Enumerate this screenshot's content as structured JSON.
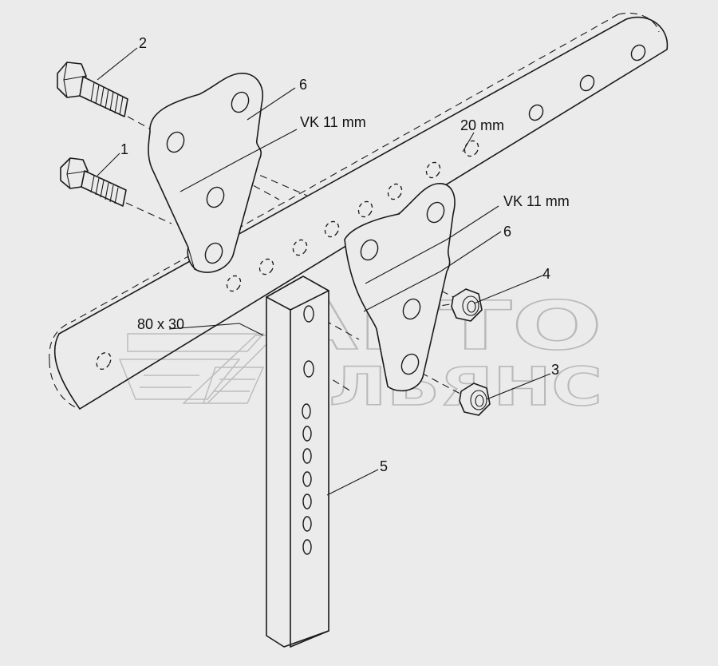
{
  "labels": {
    "p1": "1",
    "p2": "2",
    "p3": "3",
    "p4": "4",
    "p5": "5",
    "p6_upper": "6",
    "p6_lower": "6",
    "vk_upper": "VK 11 mm",
    "vk_lower": "VK 11 mm",
    "hole_dia": "20 mm",
    "bar_section": "80 x 30"
  },
  "watermark": {
    "line1": "АВТО",
    "line2": "АЛЬЯНС"
  },
  "colors": {
    "background": "#ebebeb",
    "line": "#1a1a1a",
    "watermark": "#bdbdbd"
  }
}
